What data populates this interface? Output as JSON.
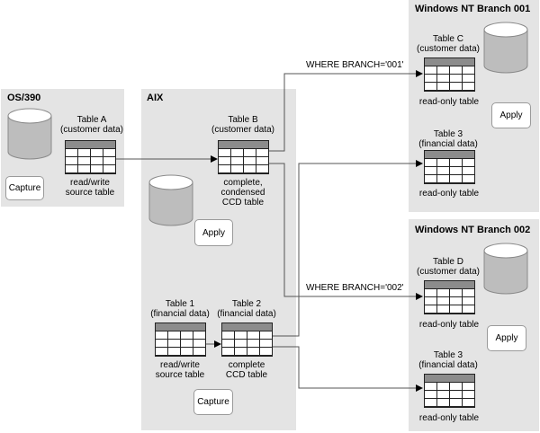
{
  "panels": {
    "os390": {
      "title": "OS/390",
      "table_a": [
        "Table A",
        "(customer data)"
      ],
      "table_a_caption": [
        "read/write",
        "source table"
      ],
      "capture": "Capture"
    },
    "aix": {
      "title": "AIX",
      "table_b": [
        "Table B",
        "(customer data)"
      ],
      "table_b_caption": [
        "complete,",
        "condensed",
        "CCD table"
      ],
      "apply": "Apply",
      "table_1": [
        "Table 1",
        "(financial data)"
      ],
      "table_1_caption": [
        "read/write",
        "source table"
      ],
      "table_2": [
        "Table 2",
        "(financial data)"
      ],
      "table_2_caption": [
        "complete",
        "CCD table"
      ],
      "capture": "Capture"
    },
    "branch001": {
      "title": "Windows NT Branch 001",
      "table_c": [
        "Table C",
        "(customer data)"
      ],
      "table_c_caption": "read-only table",
      "apply": "Apply",
      "table_3": [
        "Table 3",
        "(financial data)"
      ],
      "table_3_caption": "read-only table"
    },
    "branch002": {
      "title": "Windows NT Branch 002",
      "table_d": [
        "Table D",
        "(customer data)"
      ],
      "table_d_caption": "read-only table",
      "apply": "Apply",
      "table_3": [
        "Table 3",
        "(financial data)"
      ],
      "table_3_caption": "read-only table"
    }
  },
  "conditions": {
    "branch001": "WHERE BRANCH='001'",
    "branch002": "WHERE BRANCH='002'"
  }
}
